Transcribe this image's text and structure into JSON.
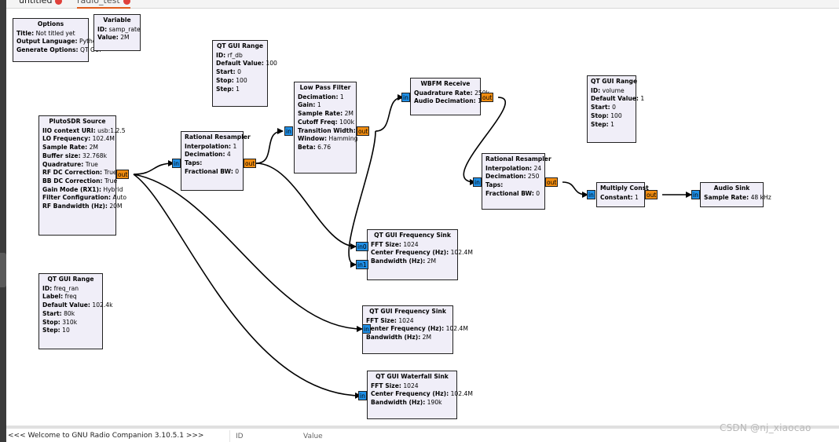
{
  "tabs": [
    {
      "label": "untitled"
    },
    {
      "label": "radio_test"
    }
  ],
  "blocks": {
    "options": {
      "title": "Options",
      "params": [
        {
          "k": "Title:",
          "v": "Not titled yet"
        },
        {
          "k": "Output Language:",
          "v": "Python"
        },
        {
          "k": "Generate Options:",
          "v": "QT GUI"
        }
      ]
    },
    "variable": {
      "title": "Variable",
      "params": [
        {
          "k": "ID:",
          "v": "samp_rate"
        },
        {
          "k": "Value:",
          "v": "2M"
        }
      ]
    },
    "range_rf_db": {
      "title": "QT GUI Range",
      "params": [
        {
          "k": "ID:",
          "v": "rf_db"
        },
        {
          "k": "Default Value:",
          "v": "100"
        },
        {
          "k": "Start:",
          "v": "0"
        },
        {
          "k": "Stop:",
          "v": "100"
        },
        {
          "k": "Step:",
          "v": "1"
        }
      ]
    },
    "pluto": {
      "title": "PlutoSDR Source",
      "params": [
        {
          "k": "IIO context URI:",
          "v": "usb:1.2.5"
        },
        {
          "k": "LO Frequency:",
          "v": "102.4M"
        },
        {
          "k": "Sample Rate:",
          "v": "2M"
        },
        {
          "k": "Buffer size:",
          "v": "32.768k"
        },
        {
          "k": "Quadrature:",
          "v": "True"
        },
        {
          "k": "RF DC Correction:",
          "v": "True"
        },
        {
          "k": "BB DC Correction:",
          "v": "True"
        },
        {
          "k": "Gain Mode (RX1):",
          "v": "Hybrid"
        },
        {
          "k": "Filter Configuration:",
          "v": "Auto"
        },
        {
          "k": "RF Bandwidth (Hz):",
          "v": "20M"
        }
      ],
      "out_label": "out"
    },
    "resampler1": {
      "title": "Rational Resampler",
      "params": [
        {
          "k": "Interpolation:",
          "v": "1"
        },
        {
          "k": "Decimation:",
          "v": "4"
        },
        {
          "k": "Taps:",
          "v": ""
        },
        {
          "k": "Fractional BW:",
          "v": "0"
        }
      ],
      "in_label": "in",
      "out_label": "out"
    },
    "lpf": {
      "title": "Low Pass Filter",
      "params": [
        {
          "k": "Decimation:",
          "v": "1"
        },
        {
          "k": "Gain:",
          "v": "1"
        },
        {
          "k": "Sample Rate:",
          "v": "2M"
        },
        {
          "k": "Cutoff Freq:",
          "v": "100k"
        },
        {
          "k": "Transition Width:",
          "v": "1M"
        },
        {
          "k": "Window:",
          "v": "Hamming"
        },
        {
          "k": "Beta:",
          "v": "6.76"
        }
      ],
      "in_label": "in",
      "out_label": "out"
    },
    "wbfm": {
      "title": "WBFM Receive",
      "params": [
        {
          "k": "Quadrature Rate:",
          "v": "250k"
        },
        {
          "k": "Audio Decimation:",
          "v": "1"
        }
      ],
      "in_label": "in",
      "out_label": "out"
    },
    "range_volume": {
      "title": "QT GUI Range",
      "params": [
        {
          "k": "ID:",
          "v": "volume"
        },
        {
          "k": "Default Value:",
          "v": "1"
        },
        {
          "k": "Start:",
          "v": "0"
        },
        {
          "k": "Stop:",
          "v": "100"
        },
        {
          "k": "Step:",
          "v": "1"
        }
      ]
    },
    "resampler2": {
      "title": "Rational Resampler",
      "params": [
        {
          "k": "Interpolation:",
          "v": "24"
        },
        {
          "k": "Decimation:",
          "v": "250"
        },
        {
          "k": "Taps:",
          "v": ""
        },
        {
          "k": "Fractional BW:",
          "v": "0"
        }
      ],
      "in_label": "in",
      "out_label": "out"
    },
    "multiply": {
      "title": "Multiply Const",
      "params": [
        {
          "k": "Constant:",
          "v": "1"
        }
      ],
      "in_label": "in",
      "out_label": "out"
    },
    "audio": {
      "title": "Audio Sink",
      "params": [
        {
          "k": "Sample Rate:",
          "v": "48 kHz"
        }
      ],
      "in_label": "in"
    },
    "freq_sink1": {
      "title": "QT GUI Frequency Sink",
      "params": [
        {
          "k": "FFT Size:",
          "v": "1024"
        },
        {
          "k": "Center Frequency (Hz):",
          "v": "102.4M"
        },
        {
          "k": "Bandwidth (Hz):",
          "v": "2M"
        }
      ],
      "in0_label": "in0",
      "in1_label": "in1"
    },
    "range_freq": {
      "title": "QT GUI Range",
      "params": [
        {
          "k": "ID:",
          "v": "freq_ran"
        },
        {
          "k": "Label:",
          "v": "freq"
        },
        {
          "k": "Default Value:",
          "v": "102.4k"
        },
        {
          "k": "Start:",
          "v": "80k"
        },
        {
          "k": "Stop:",
          "v": "310k"
        },
        {
          "k": "Step:",
          "v": "10"
        }
      ]
    },
    "freq_sink2": {
      "title": "QT GUI Frequency Sink",
      "params": [
        {
          "k": "FFT Size:",
          "v": "1024"
        },
        {
          "k": "Center Frequency (Hz):",
          "v": "102.4M"
        },
        {
          "k": "Bandwidth (Hz):",
          "v": "2M"
        }
      ],
      "in_label": "in"
    },
    "waterfall": {
      "title": "QT GUI Waterfall Sink",
      "params": [
        {
          "k": "FFT Size:",
          "v": "1024"
        },
        {
          "k": "Center Frequency (Hz):",
          "v": "102.4M"
        },
        {
          "k": "Bandwidth (Hz):",
          "v": "190k"
        }
      ],
      "in_label": "in"
    }
  },
  "console": {
    "message": "<<< Welcome to GNU Radio Companion 3.10.5.1 >>>",
    "col_id": "ID",
    "col_value": "Value"
  },
  "watermark": "CSDN @nj_xiaocao",
  "colors": {
    "block_bg": "#f0eef8",
    "port_in": "#1f8fe6",
    "port_out": "#f08c10",
    "tab_accent": "#e05a1a"
  }
}
